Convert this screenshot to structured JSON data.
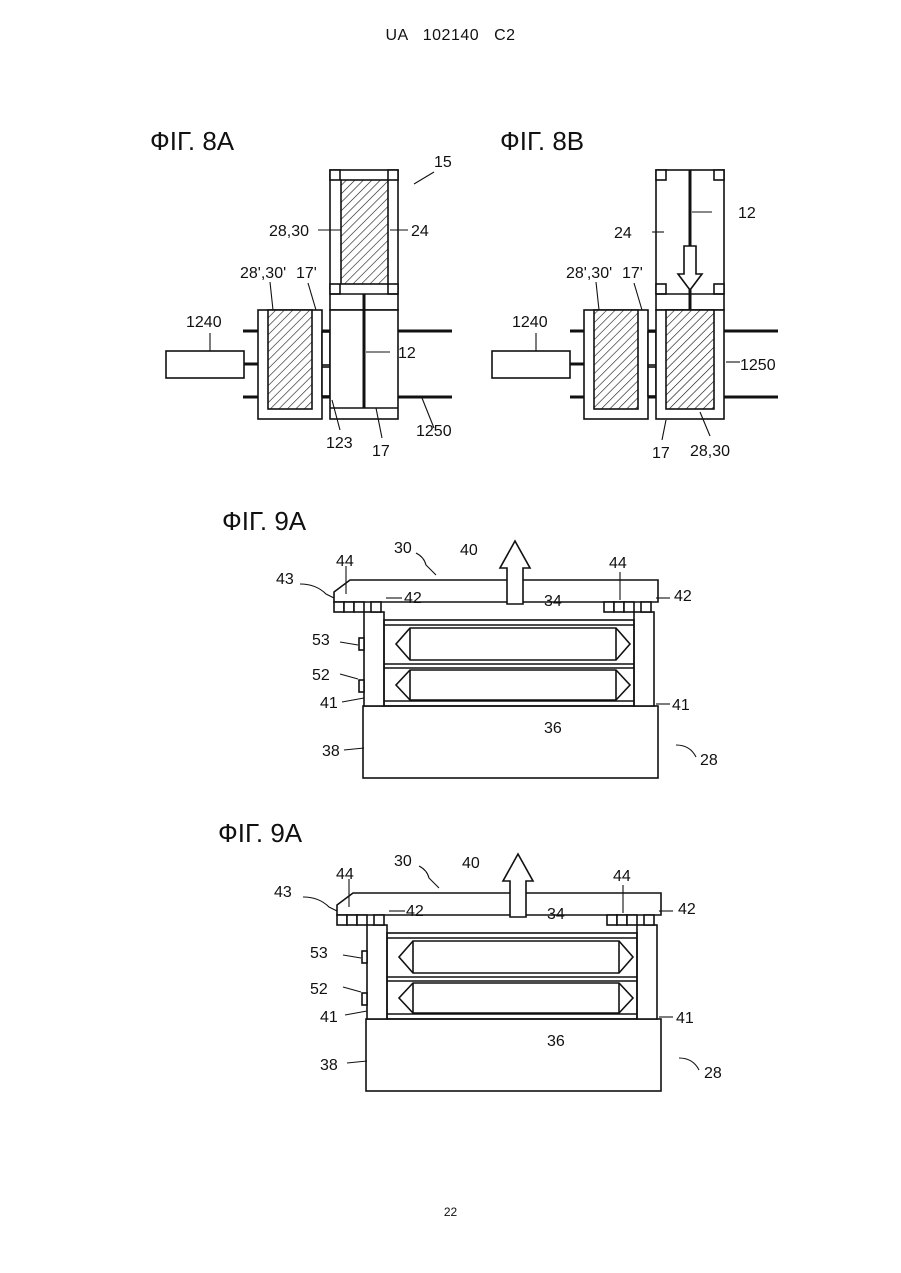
{
  "header": {
    "doc_country": "UA",
    "doc_number": "102140",
    "doc_kind": "C2"
  },
  "page_number": "22",
  "figures": [
    {
      "title": "ФІГ. 8А",
      "labels": [
        "15",
        "28,30",
        "24",
        "28',30'",
        "17'",
        "1240",
        "12",
        "123",
        "17",
        "1250"
      ]
    },
    {
      "title": "ФІГ. 8В",
      "labels": [
        "12",
        "24",
        "28',30'",
        "17'",
        "1240",
        "1250",
        "17",
        "28,30"
      ]
    },
    {
      "title": "ФІГ. 9А",
      "labels": [
        "30",
        "40",
        "43",
        "44",
        "44",
        "42",
        "42",
        "34",
        "53",
        "52",
        "41",
        "41",
        "36",
        "38",
        "28"
      ]
    },
    {
      "title": "ФІГ. 9А",
      "labels": [
        "30",
        "40",
        "43",
        "44",
        "44",
        "42",
        "42",
        "34",
        "53",
        "52",
        "41",
        "41",
        "36",
        "38",
        "28"
      ]
    }
  ]
}
